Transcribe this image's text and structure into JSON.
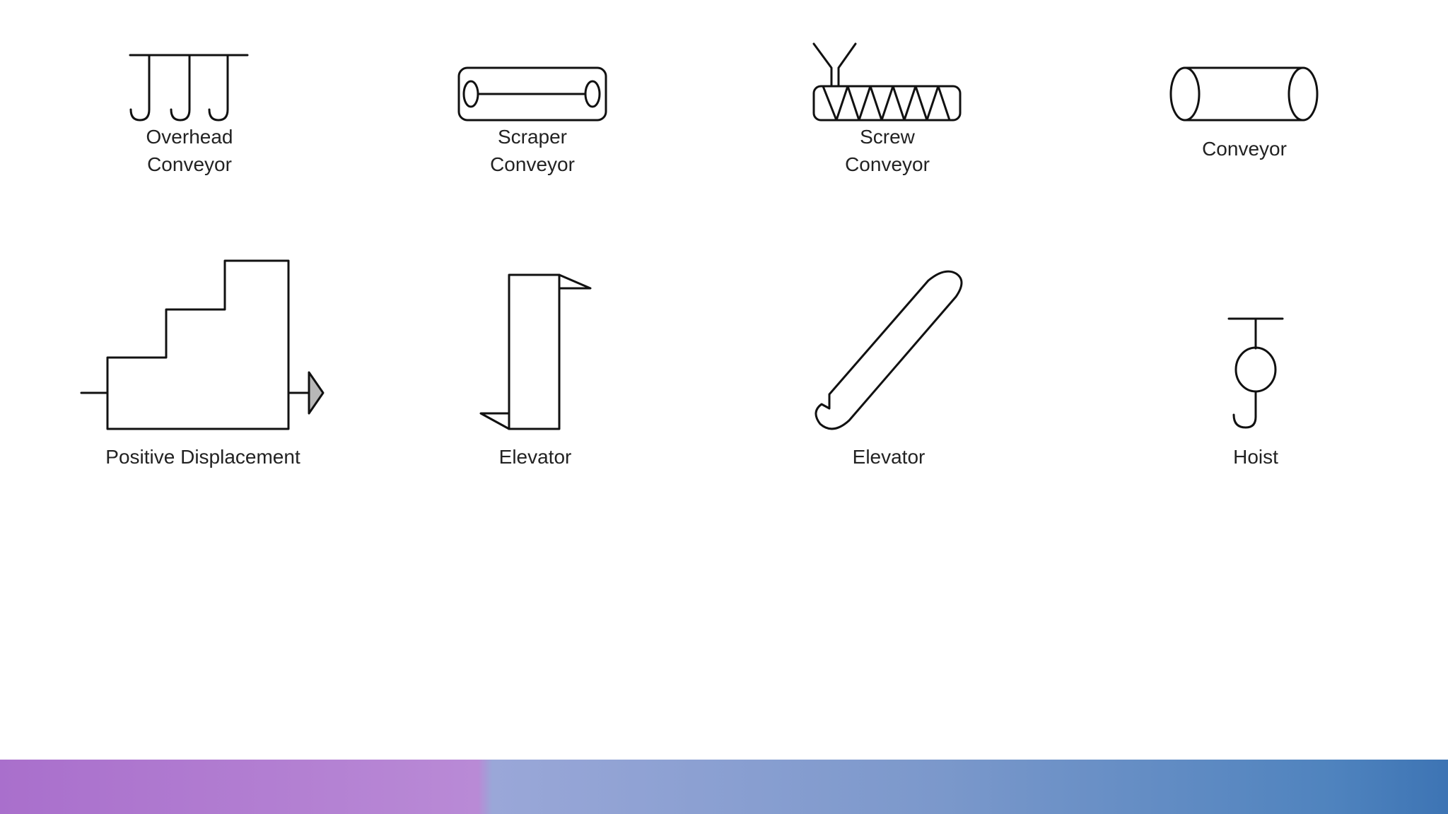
{
  "symbols": [
    {
      "id": "overhead-conveyor",
      "line1": "Overhead",
      "line2": "Conveyor"
    },
    {
      "id": "scraper-conveyor",
      "line1": "Scraper",
      "line2": "Conveyor"
    },
    {
      "id": "screw-conveyor",
      "line1": "Screw",
      "line2": "Conveyor"
    },
    {
      "id": "conveyor",
      "line1": "Conveyor"
    },
    {
      "id": "positive-displacement",
      "line1": "Positive Displacement"
    },
    {
      "id": "elevator-vertical",
      "line1": "Elevator"
    },
    {
      "id": "elevator-inclined",
      "line1": "Elevator"
    },
    {
      "id": "hoist",
      "line1": "Hoist"
    }
  ],
  "colors": {
    "stroke": "#111111",
    "arrow_fill": "#b8b8b8",
    "label": "#222222",
    "band_left": "#a96fcc",
    "band_right": "#3d74b4"
  }
}
